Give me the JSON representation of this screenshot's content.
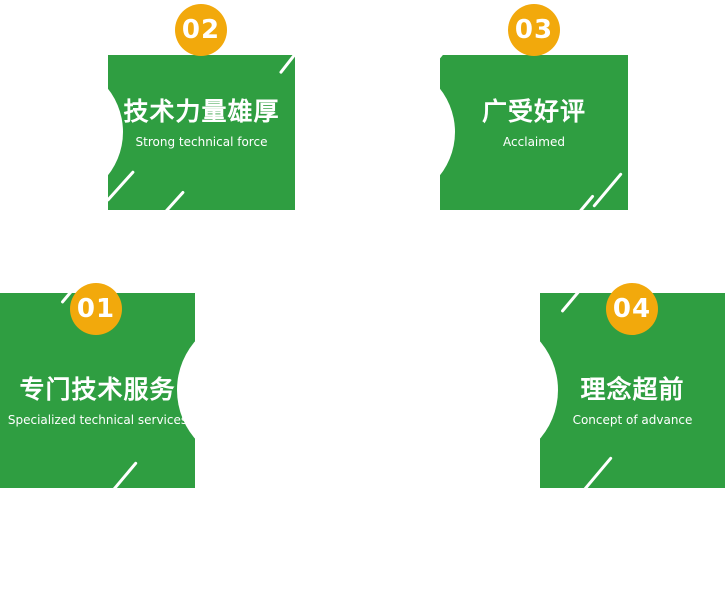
{
  "section": {
    "description": "four numbered feature blocks on white background"
  },
  "colors": {
    "green": "#2f9e41",
    "gold": "#f2a90c",
    "text": "#ffffff"
  },
  "cards": [
    {
      "number": "01",
      "title": "专门技术服务",
      "subtitle": "Specialized technical services"
    },
    {
      "number": "02",
      "title": "技术力量雄厚",
      "subtitle": "Strong technical force"
    },
    {
      "number": "03",
      "title": "广受好评",
      "subtitle": "Acclaimed"
    },
    {
      "number": "04",
      "title": "理念超前",
      "subtitle": "Concept of advance"
    }
  ]
}
